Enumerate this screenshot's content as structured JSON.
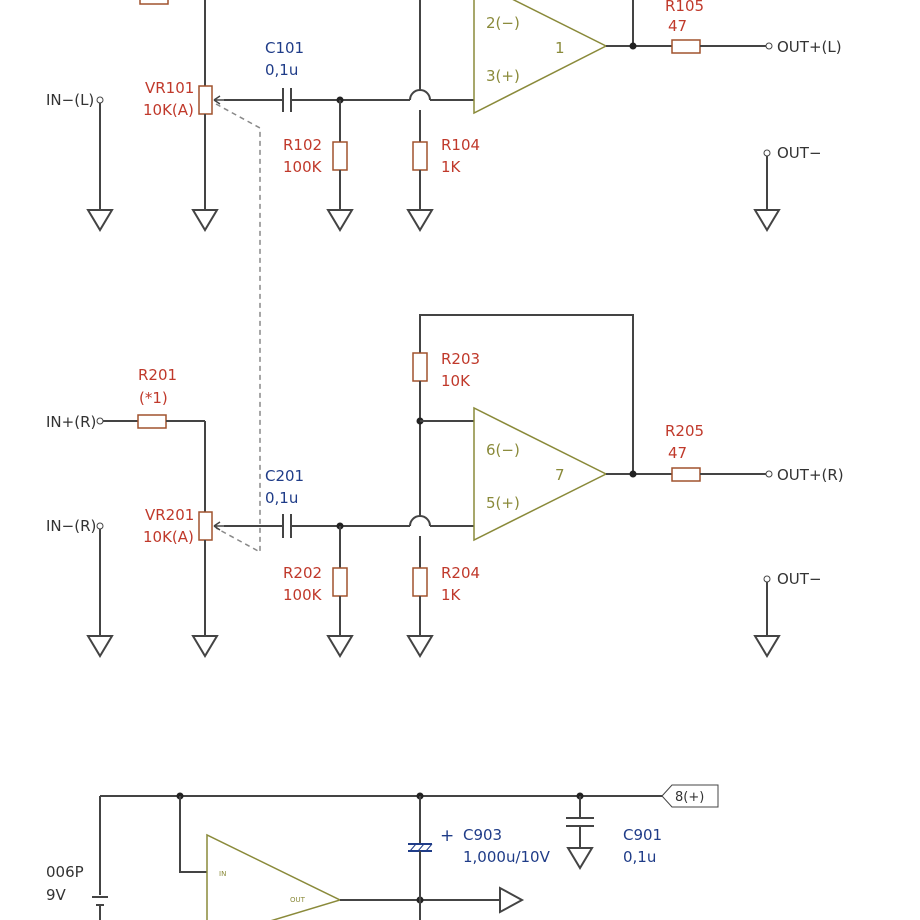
{
  "left_channel": {
    "in_minus": "IN−(L)",
    "vr_ref": "VR101",
    "vr_val": "10K(A)",
    "c_ref": "C101",
    "c_val": "0,1u",
    "r102_ref": "R102",
    "r102_val": "100K",
    "r104_ref": "R104",
    "r104_val": "1K",
    "r105_ref": "R105",
    "r105_val": "47",
    "pin_minus": "2(−)",
    "pin_plus": "3(+)",
    "pin_out": "1",
    "out_plus": "OUT+(L)",
    "out_minus": "OUT−"
  },
  "right_channel": {
    "in_plus": "IN+(R)",
    "in_minus": "IN−(R)",
    "r201_ref": "R201",
    "r201_val": "(*1)",
    "vr_ref": "VR201",
    "vr_val": "10K(A)",
    "c_ref": "C201",
    "c_val": "0,1u",
    "r202_ref": "R202",
    "r202_val": "100K",
    "r203_ref": "R203",
    "r203_val": "10K",
    "r204_ref": "R204",
    "r204_val": "1K",
    "r205_ref": "R205",
    "r205_val": "47",
    "pin_minus": "6(−)",
    "pin_plus": "5(+)",
    "pin_out": "7",
    "out_plus": "OUT+(R)",
    "out_minus": "OUT−"
  },
  "power": {
    "battery_label": "006P",
    "battery_volt": "9V",
    "c903_polarity": "+",
    "c903_ref": "C903",
    "c903_val": "1,000u/10V",
    "c901_ref": "C901",
    "c901_val": "0,1u",
    "rail_label": "8(+)",
    "reg_in": "IN",
    "reg_out": "OUT"
  }
}
